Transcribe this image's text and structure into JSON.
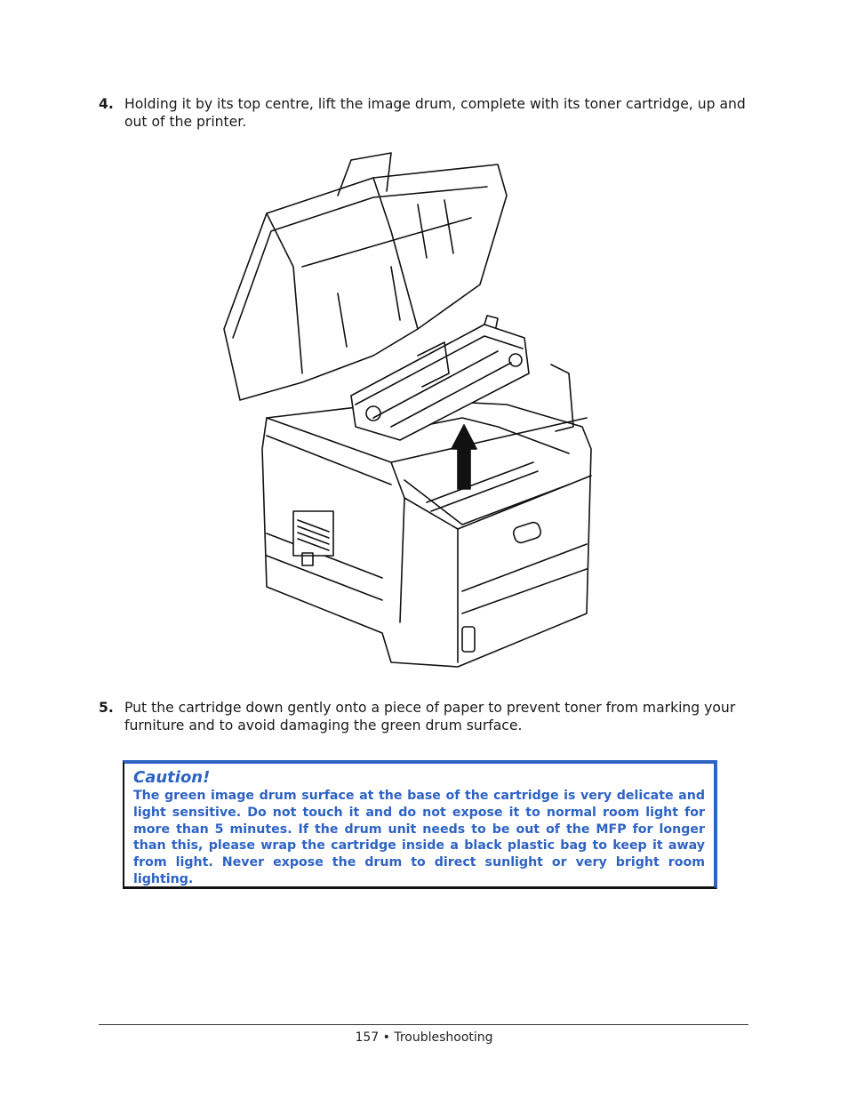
{
  "steps": [
    {
      "number": "4.",
      "text": "Holding it by its top centre, lift the image drum, complete with its toner cartridge, up and out of the printer."
    },
    {
      "number": "5.",
      "text": "Put the cartridge down gently onto a piece of paper to prevent toner from marking your furniture and to avoid damaging the green drum surface."
    }
  ],
  "caution": {
    "title": "Caution!",
    "body": "The green image drum surface at the base of the cartridge is very delicate and light sensitive. Do not touch it and do not expose it to normal room light for more than 5 minutes. If the drum unit needs to be out of the MFP for longer than this, please wrap the cartridge inside a black plastic bag to keep it away from light. Never expose the drum to direct sunlight or very bright room lighting."
  },
  "footer": {
    "page_number": "157",
    "separator": "•",
    "section": "Troubleshooting"
  },
  "colors": {
    "caution_accent": "#2e63c4",
    "text": "#1a1a1a"
  },
  "illustration": {
    "subject": "printer-with-image-drum-lifted-out-icon"
  }
}
